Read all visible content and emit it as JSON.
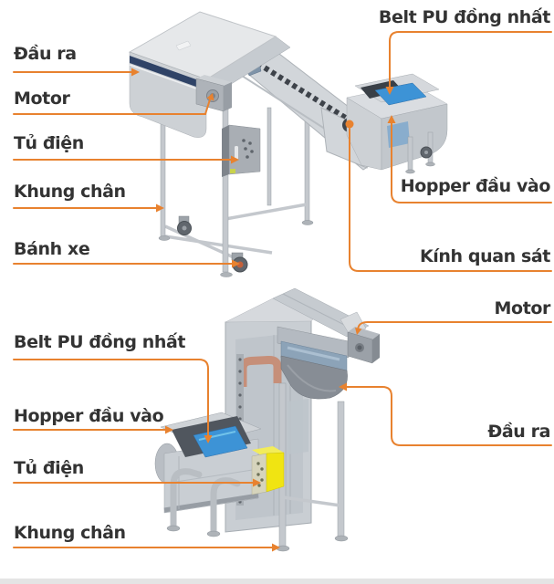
{
  "colors": {
    "leader": "#E8822F",
    "text": "#333333",
    "background": "#ffffff"
  },
  "top_machine": {
    "left_labels": [
      "Đầu ra",
      "Motor",
      "Tủ điện",
      "Khung chân",
      "Bánh xe"
    ],
    "right_labels": [
      "Belt PU đồng nhất",
      "Hopper đầu vào",
      "Kính quan sát"
    ]
  },
  "bottom_machine": {
    "left_labels": [
      "Belt PU đồng nhất",
      "Hopper đầu vào",
      "Tủ điện",
      "Khung chân"
    ],
    "right_labels": [
      "Motor",
      "Đầu ra"
    ]
  }
}
